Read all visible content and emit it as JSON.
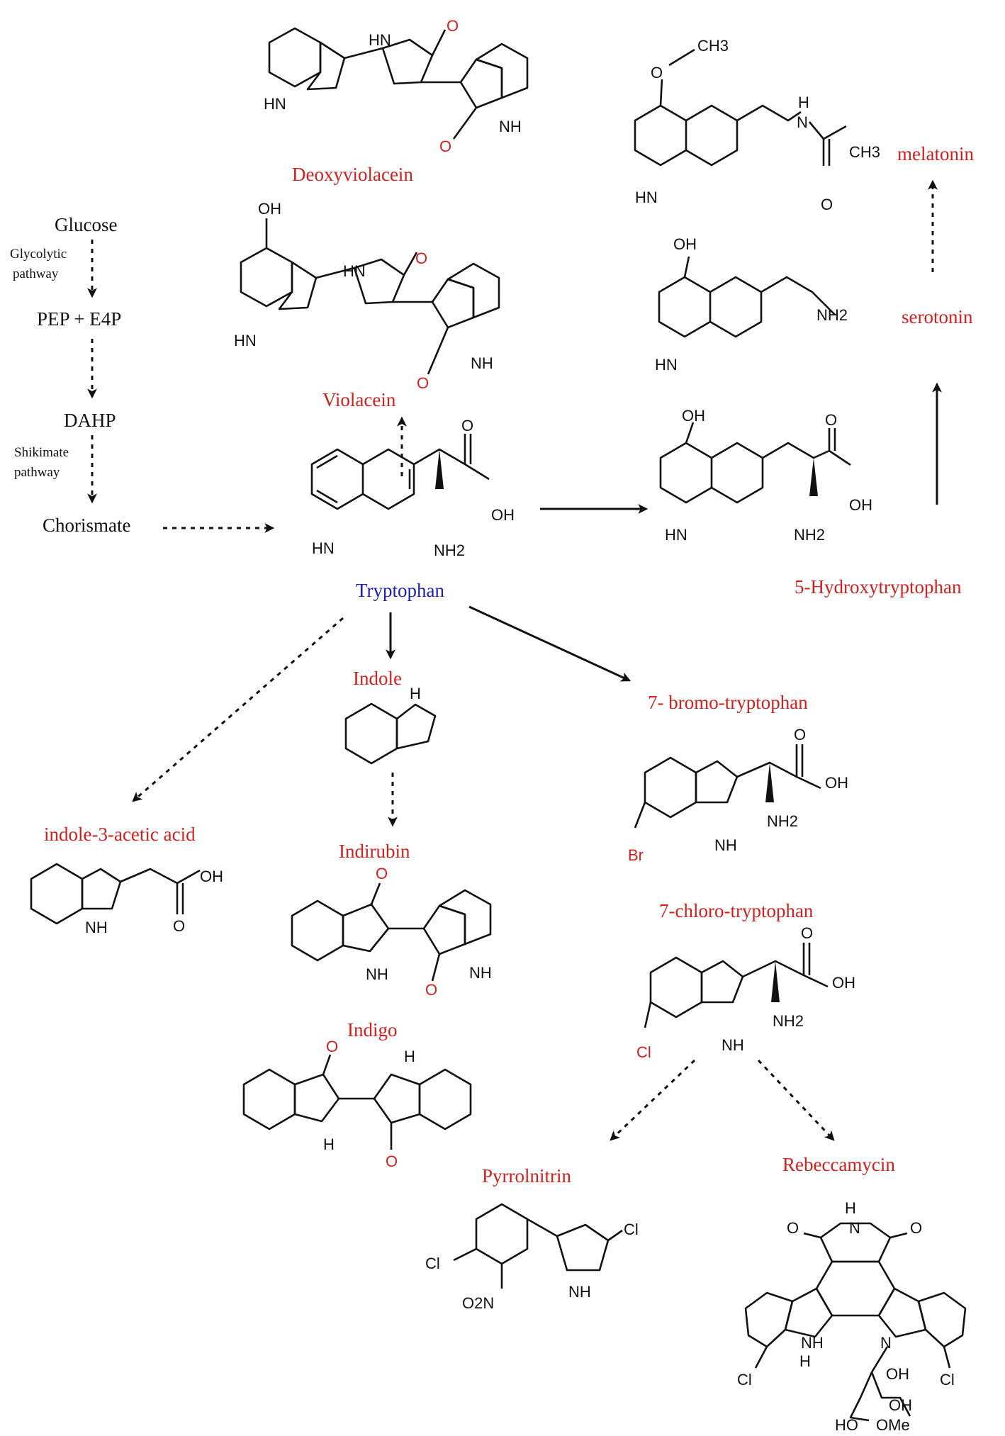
{
  "colors": {
    "product": "#d0201f",
    "precursor": "#1d1fb0",
    "ink": "#111111"
  },
  "labels": {
    "glucose": "Glucose",
    "glycolytic_1": "Glycolytic",
    "glycolytic_2": "pathway",
    "pep_e4p": "PEP  +  E4P",
    "dahp": "DAHP",
    "shikimate_1": "Shikimate",
    "shikimate_2": "pathway",
    "chorismate": "Chorismate",
    "tryptophan": "Tryptophan",
    "deoxyviolacein": "Deoxyviolacein",
    "violacein": "Violacein",
    "melatonin": "melatonin",
    "serotonin": "serotonin",
    "hydroxytryptophan": "5-Hydroxytryptophan",
    "indole": "Indole",
    "bromo": "7- bromo-tryptophan",
    "iaa": "indole-3-acetic acid",
    "indirubin": "Indirubin",
    "chloro": "7-chloro-tryptophan",
    "indigo": "Indigo",
    "pyrrolnitrin": "Pyrrolnitrin",
    "rebeccamycin": "Rebeccamycin"
  },
  "atoms": {
    "o": "O",
    "oh": "OH",
    "hn": "HN",
    "nh": "NH",
    "nh2": "NH2",
    "h": "H",
    "n": "N",
    "br": "Br",
    "cl": "Cl",
    "ch3": "CH3",
    "no2": "O2N",
    "ome": "OMe",
    "ho": "HO"
  }
}
